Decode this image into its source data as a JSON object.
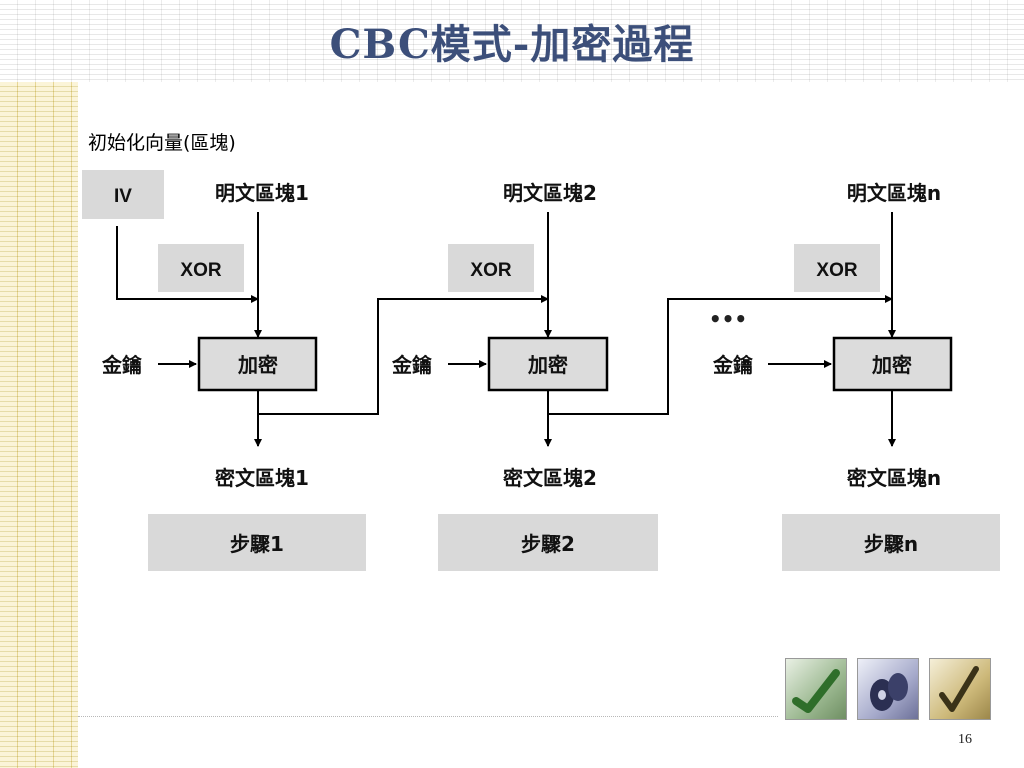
{
  "title": "CBC模式-加密過程",
  "subtitle": "初始化向量(區塊)",
  "iv_label": "IV",
  "xor_label": "XOR",
  "key_label": "金鑰",
  "encrypt_label": "加密",
  "ellipsis": "•••",
  "stages": [
    {
      "plaintext": "明文區塊1",
      "ciphertext": "密文區塊1",
      "step": "步驟1"
    },
    {
      "plaintext": "明文區塊2",
      "ciphertext": "密文區塊2",
      "step": "步驟2"
    },
    {
      "plaintext": "明文區塊n",
      "ciphertext": "密文區塊n",
      "step": "步驟n"
    }
  ],
  "page_number": "16",
  "icons": [
    "check-icon",
    "disc-icon",
    "pen-check-icon"
  ]
}
